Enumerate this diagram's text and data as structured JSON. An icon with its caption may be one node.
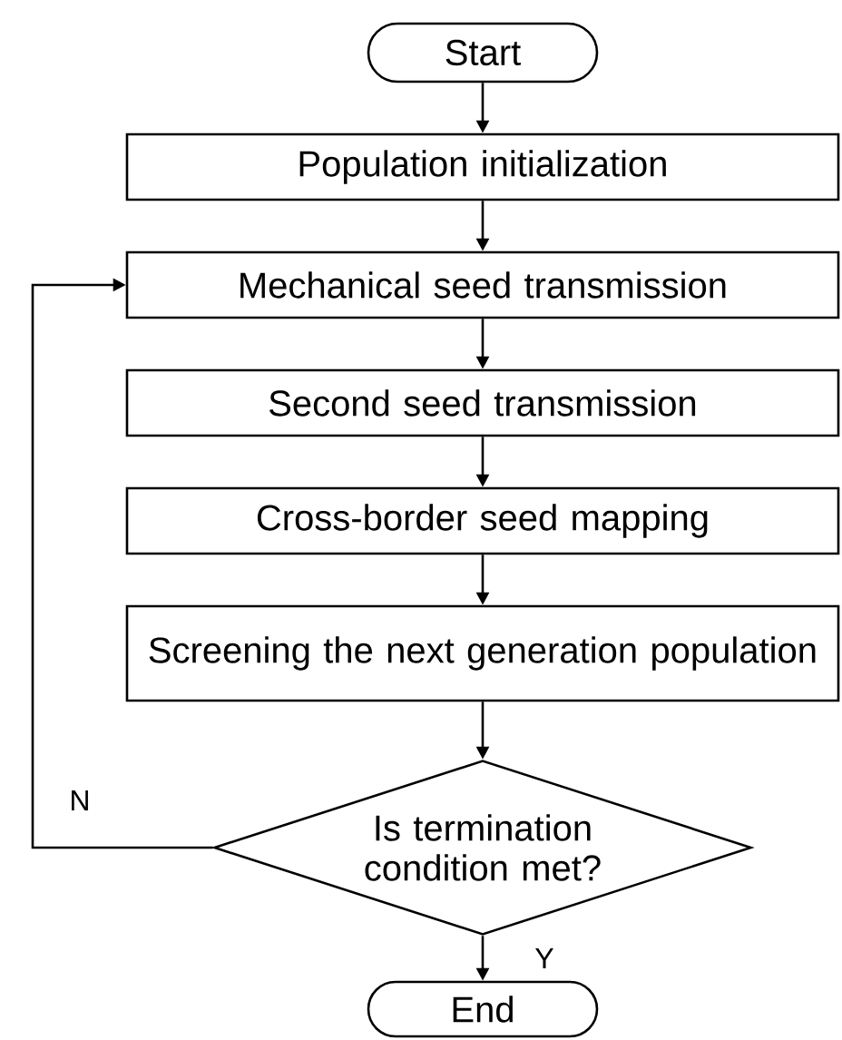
{
  "diagram": {
    "nodes": [
      {
        "text": [
          "Start"
        ]
      },
      {
        "text": [
          "Population initialization"
        ]
      },
      {
        "text": [
          "Mechanical seed transmission"
        ]
      },
      {
        "text": [
          "Second seed transmission"
        ]
      },
      {
        "text": [
          "Cross-border seed mapping"
        ]
      },
      {
        "text": [
          "Screening the next generation population"
        ]
      },
      {
        "text": [
          "Is termination condition met?"
        ]
      },
      {
        "text": [
          "End"
        ]
      }
    ],
    "edges": [
      {
        "from": 0,
        "to": 1,
        "arrow": "to"
      },
      {
        "from": 1,
        "to": 2,
        "arrow": "to"
      },
      {
        "from": 2,
        "to": 3,
        "arrow": "to"
      },
      {
        "from": 3,
        "to": 4,
        "arrow": "to"
      },
      {
        "from": 4,
        "to": 5,
        "arrow": "to"
      },
      {
        "from": 5,
        "to": 6,
        "arrow": "to"
      },
      {
        "from": 6,
        "to": 7,
        "arrow": "to",
        "label": "Y"
      },
      {
        "from": 6,
        "to": 2,
        "arrow": "to",
        "label": "N"
      }
    ]
  }
}
